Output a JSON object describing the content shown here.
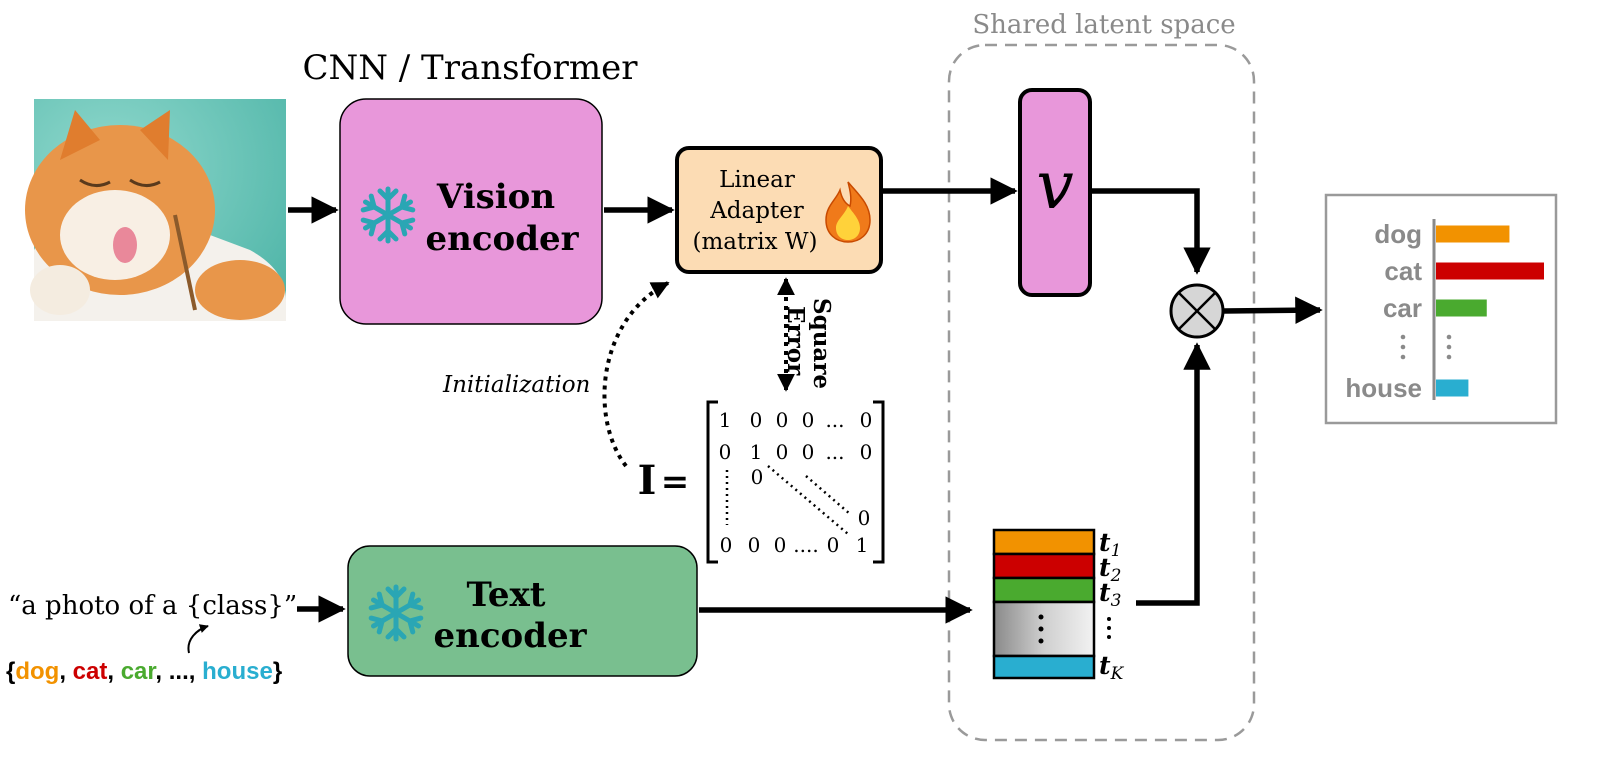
{
  "shared_space": {
    "label": "Shared latent space"
  },
  "vision": {
    "caption": "CNN / Transformer",
    "line1": "Vision",
    "line2": "encoder",
    "icon": "snowflake-icon"
  },
  "text_enc": {
    "line1": "Text",
    "line2": "encoder",
    "icon": "snowflake-icon"
  },
  "adapter": {
    "line1": "Linear",
    "line2": "Adapter",
    "line3": "(matrix W)",
    "icon": "fire-icon"
  },
  "vision_emb": {
    "symbol": "v"
  },
  "square_error": {
    "line1": "Square",
    "line2": "Error"
  },
  "initialization": {
    "label": "Initialization"
  },
  "identity": {
    "symbol": "I",
    "equals": "=",
    "row1": [
      "1",
      "0",
      "0",
      "0",
      "...",
      "0"
    ],
    "row2": [
      "0",
      "1",
      "0",
      "0",
      "...",
      "0"
    ],
    "row3_zero": "0",
    "row4_zero": "0",
    "row5": [
      "0",
      "0",
      "0",
      "....",
      "0",
      "1"
    ]
  },
  "prompt": {
    "template": "“a photo of a {class}”"
  },
  "classes": {
    "open": "{",
    "close": "}",
    "comma": ", ",
    "ellipsis": "...",
    "items": [
      {
        "name": "dog",
        "color": "#f29200"
      },
      {
        "name": "cat",
        "color": "#cc0000"
      },
      {
        "name": "car",
        "color": "#4aaa2f"
      },
      {
        "name": "house",
        "color": "#29aed0"
      }
    ]
  },
  "text_embeddings": {
    "labels": [
      {
        "sym": "t",
        "sub": "1"
      },
      {
        "sym": "t",
        "sub": "2"
      },
      {
        "sym": "t",
        "sub": "3"
      },
      {
        "sym": "t",
        "sub": "K"
      }
    ],
    "colors": [
      "#f29200",
      "#cc0000",
      "#4aaa2f",
      "#29aed0"
    ]
  },
  "output": {
    "labels": [
      "dog",
      "cat",
      "car",
      "house"
    ],
    "scores": [
      0.68,
      1.0,
      0.47,
      0.3
    ],
    "colors": [
      "#f29200",
      "#cc0000",
      "#4aaa2f",
      "#29aed0"
    ]
  },
  "colors": {
    "vision_fill": "#e897da",
    "text_fill": "#79bf8f",
    "adapter_fill": "#fcdcb4",
    "cat_teal": "#69c6b8",
    "cat_orange": "#e8964a"
  }
}
